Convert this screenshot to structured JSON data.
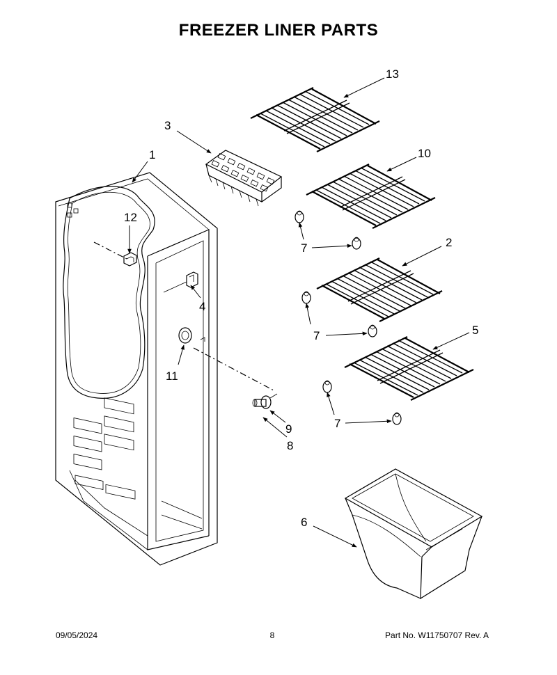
{
  "title": "FREEZER LINER PARTS",
  "callouts": {
    "c1": "1",
    "c2": "2",
    "c3": "3",
    "c4": "4",
    "c5": "5",
    "c6": "6",
    "c7a": "7",
    "c7b": "7",
    "c7c": "7",
    "c8": "8",
    "c9": "9",
    "c10": "10",
    "c11": "11",
    "c12": "12",
    "c13": "13"
  },
  "footer": {
    "date": "09/05/2024",
    "page": "8",
    "part": "Part No.  W11750707  Rev.  A"
  }
}
